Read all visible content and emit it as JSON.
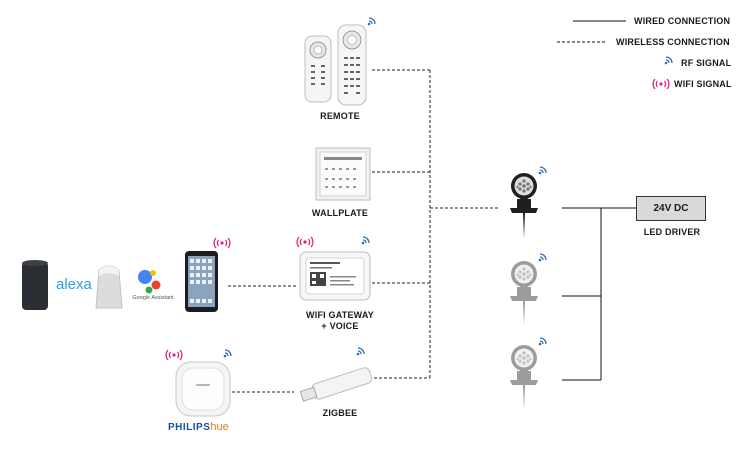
{
  "legend": {
    "wired": "WIRED CONNECTION",
    "wireless": "WIRELESS CONNECTION",
    "rf": "RF SIGNAL",
    "wifi": "WIFI SIGNAL"
  },
  "labels": {
    "remote": "REMOTE",
    "wallplate": "WALLPLATE",
    "wifi_gateway_line1": "WIFI GATEWAY",
    "wifi_gateway_line2": "+ VOICE",
    "zigbee": "ZIGBEE",
    "led_driver": "LED DRIVER",
    "driver_voltage": "24V DC"
  },
  "brands": {
    "alexa": "alexa",
    "google_assistant": "Google Assistant",
    "philips": "PHILIPS",
    "hue": "hue"
  },
  "colors": {
    "rf_signal": "#2f6db5",
    "wifi_signal": "#e0247a",
    "alexa_blue": "#2aa4dd",
    "philips_blue": "#1a4fa3"
  },
  "icons": [
    "rf-signal-icon",
    "wifi-signal-icon",
    "google-assistant-icon",
    "spotlight-icon",
    "smartphone-icon",
    "smart-speaker-icon"
  ]
}
